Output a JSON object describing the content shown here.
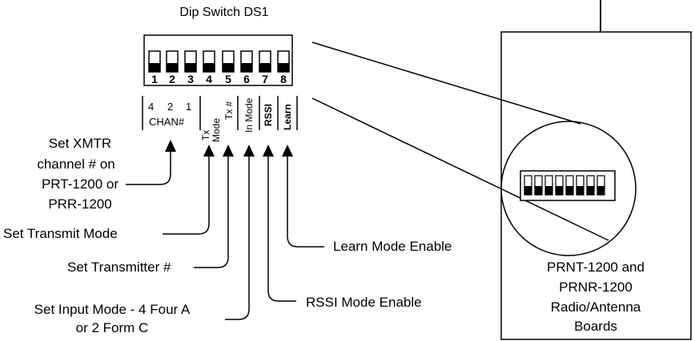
{
  "title": "Dip Switch DS1",
  "switch_numbers": [
    "1",
    "2",
    "3",
    "4",
    "5",
    "6",
    "7",
    "8"
  ],
  "chan_bits": [
    "4",
    "2",
    "1"
  ],
  "chan_label": "CHAN#",
  "vertical_labels": {
    "tx": "Tx",
    "mode": "Mode",
    "txnum": "Tx #",
    "inmode": "In Mode",
    "rssi": "RSSI",
    "learn": "Learn"
  },
  "callouts": {
    "xmtr_lines": [
      "Set XMTR",
      "channel # on",
      "PRT-1200 or",
      "PRR-1200"
    ],
    "transmit_mode": "Set Transmit  Mode",
    "transmitter_num": "Set Transmitter  #",
    "input_mode_lines": [
      "Set Input Mode - 4 Four A",
      "or 2 Form C"
    ],
    "learn": "Learn Mode Enable",
    "rssi": "RSSI Mode Enable"
  },
  "board_lines": [
    "PRNT-1200 and",
    "PRNR-1200",
    "Radio/Antenna",
    "Boards"
  ]
}
